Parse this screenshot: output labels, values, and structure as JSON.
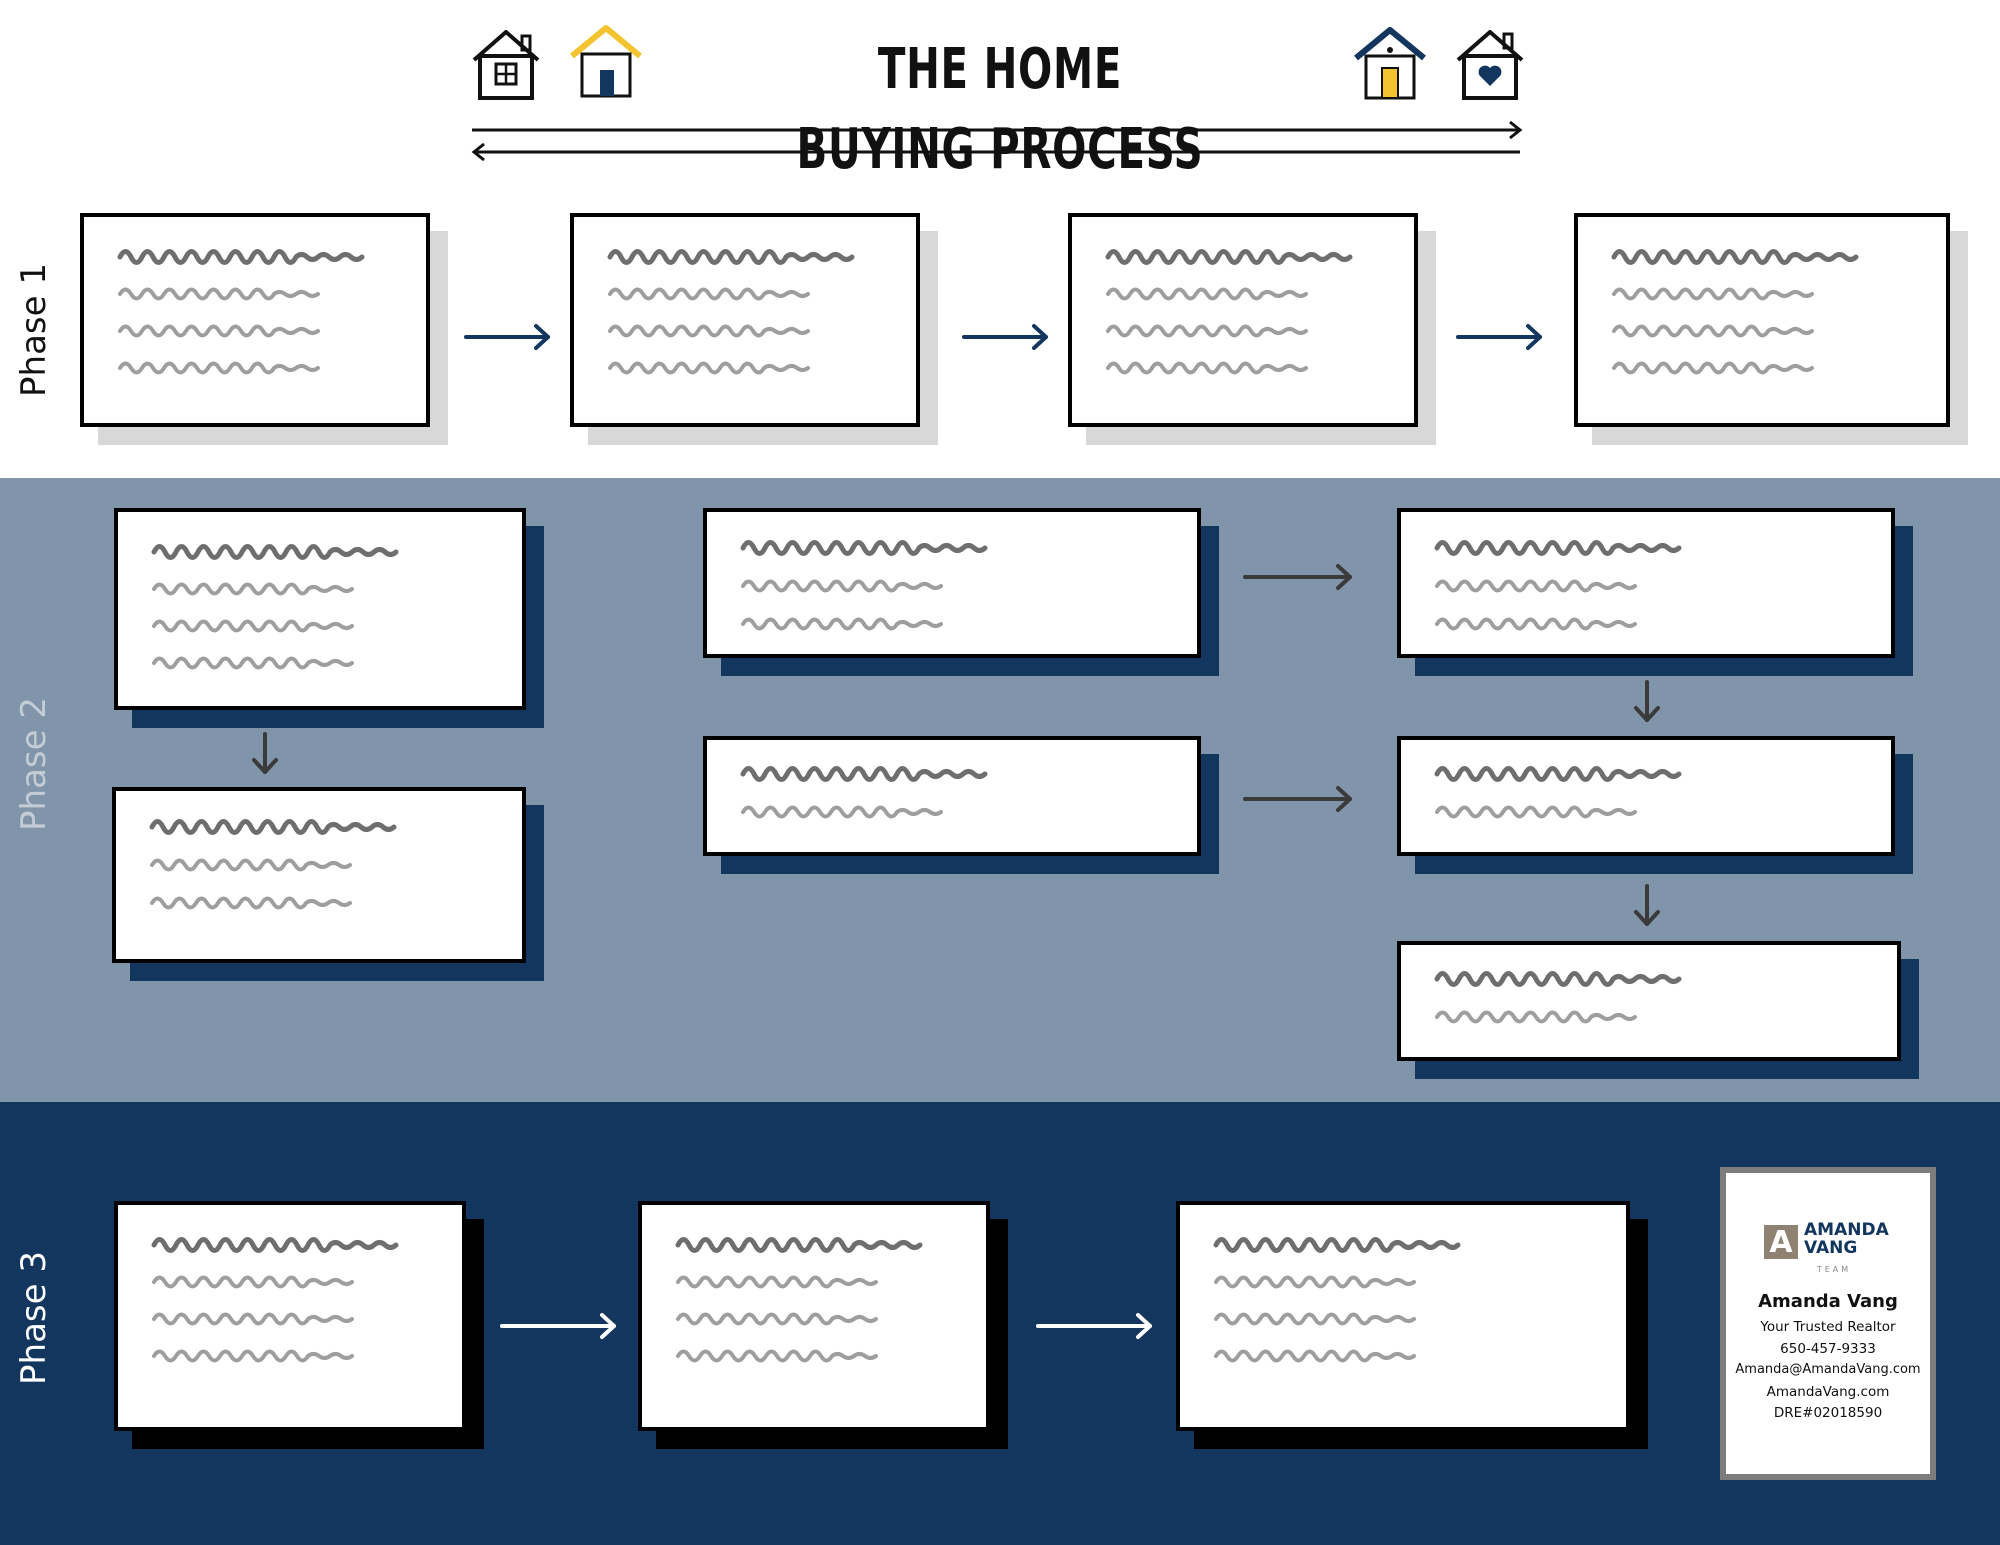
{
  "title": "THE HOME BUYING PROCESS",
  "phases": [
    "Phase 1",
    "Phase 2",
    "Phase 3"
  ],
  "colors": {
    "navy": "#13365f",
    "slate": "#8094aa",
    "house_yellow": "#f4c430",
    "text_dark": "#111111",
    "card_border": "#000000",
    "squiggle_dark": "#6e6e6e",
    "squiggle_light": "#9e9e9e"
  },
  "icons": [
    "house-window-icon",
    "house-yellow-roof-icon",
    "house-navy-roof-icon",
    "house-heart-icon"
  ],
  "contact": {
    "logo_letter": "A",
    "logo_line1": "AMANDA",
    "logo_line2": "VANG",
    "logo_sub": "TEAM",
    "name": "Amanda Vang",
    "tagline": "Your Trusted Realtor",
    "phone": "650-457-9333",
    "email": "Amanda@AmandaVang.com",
    "website": "AmandaVang.com",
    "license": "DRE#02018590"
  }
}
